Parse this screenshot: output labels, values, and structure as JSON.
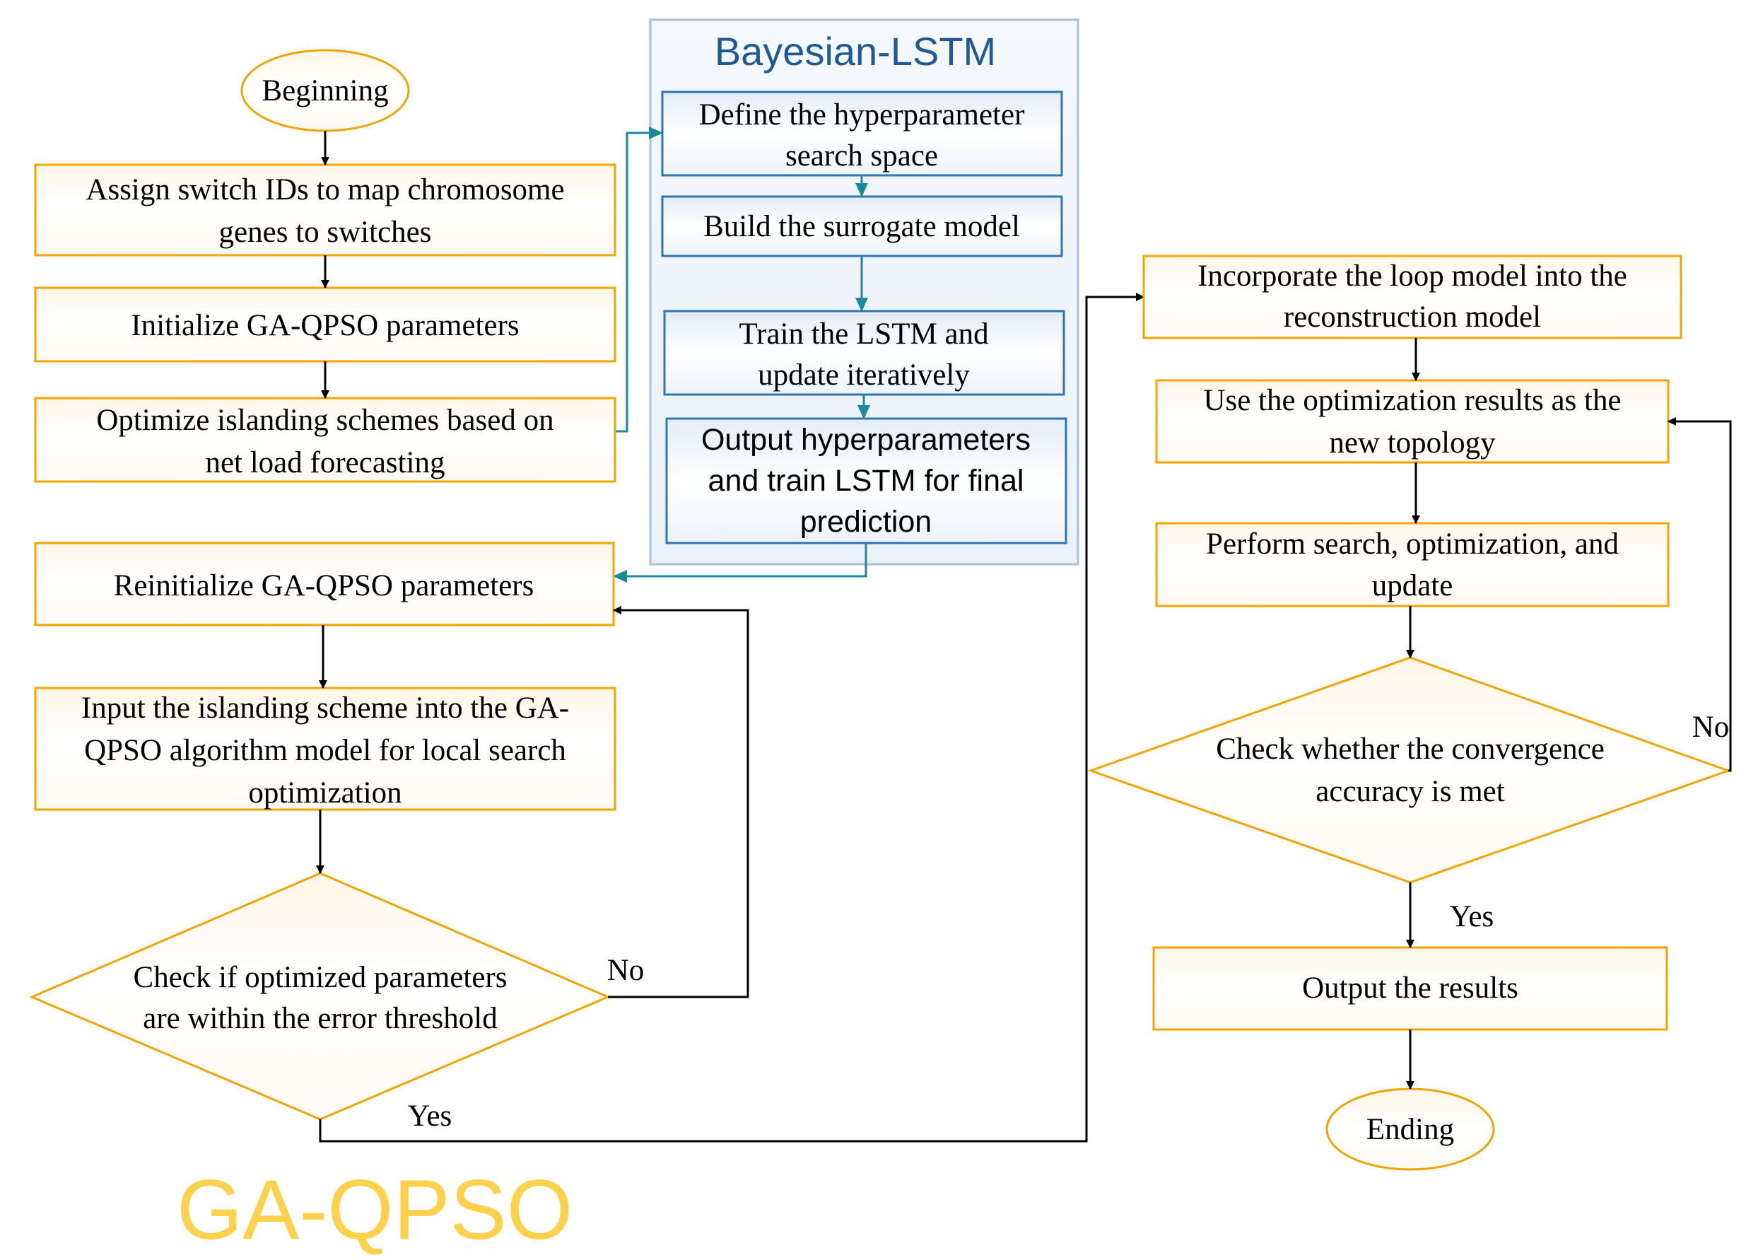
{
  "ga_qpso": {
    "label": "GA-QPSO",
    "begin": "Beginning",
    "step1": [
      "Assign switch IDs to map chromosome",
      "genes to switches"
    ],
    "step2": "Initialize GA-QPSO parameters",
    "step3": [
      "Optimize islanding schemes based on",
      "net load forecasting"
    ],
    "step4": "Reinitialize GA-QPSO parameters",
    "step5": [
      "Input the islanding scheme into the GA-",
      "QPSO algorithm model for local search",
      "optimization"
    ],
    "decision": [
      "Check if optimized parameters",
      "are within the error threshold"
    ],
    "no": "No",
    "yes": "Yes"
  },
  "bayesian_lstm": {
    "title": "Bayesian-LSTM",
    "step1": [
      "Define the hyperparameter",
      "search space"
    ],
    "step2": "Build the surrogate model",
    "step3": [
      "Train the LSTM and",
      "update iteratively"
    ],
    "step4": [
      "Output hyperparameters",
      "and train LSTM for final",
      "prediction"
    ]
  },
  "reconstruction": {
    "step1": [
      "Incorporate the loop model into the",
      "reconstruction model"
    ],
    "step2": [
      "Use the optimization results as the",
      "new topology"
    ],
    "step3": [
      "Perform search, optimization, and",
      "update"
    ],
    "decision": [
      "Check whether the convergence",
      "accuracy is met"
    ],
    "no": "No",
    "yes": "Yes",
    "output": "Output the results",
    "end": "Ending"
  },
  "colors": {
    "orange_border": "#f5a300",
    "blue_border": "#2e75b6",
    "teal_arrow": "#1a8aa0",
    "panel_border": "#a9bfd3",
    "title_blue": "#1f5a96",
    "ga_label": "#ffd04a"
  }
}
